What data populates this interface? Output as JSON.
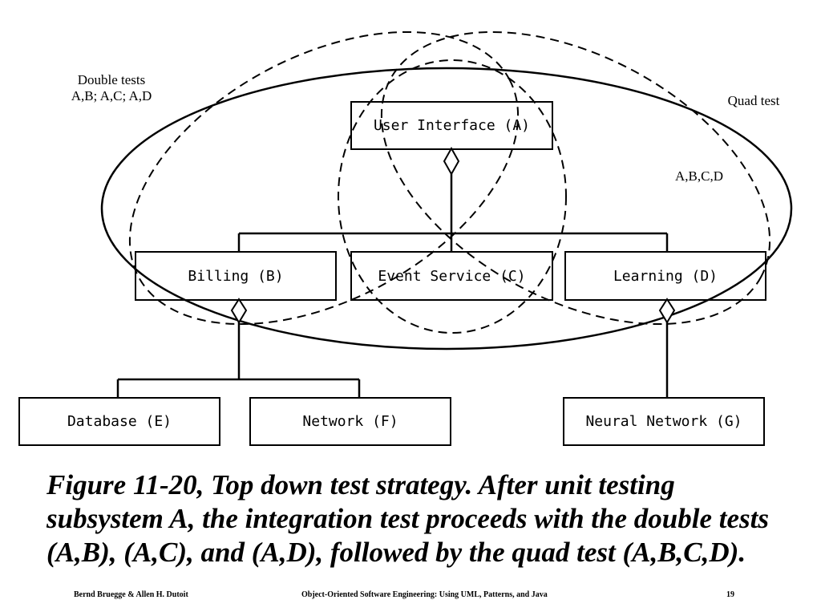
{
  "labels": {
    "double_title": "Double tests",
    "double_list": "A,B; A,C; A,D",
    "quad_title": "Quad test",
    "quad_list": "A,B,C,D"
  },
  "boxes": {
    "A": "User Interface (A)",
    "B": "Billing (B)",
    "C": "Event Service (C)",
    "D": "Learning (D)",
    "E": "Database (E)",
    "F": "Network (F)",
    "G": "Neural Network (G)"
  },
  "caption": "Figure 11-20, Top down test strategy. After unit testing subsystem A, the integration test proceeds with the double tests (A,B), (A,C), and (A,D), followed by the quad test (A,B,C,D).",
  "footer": {
    "left": "Bernd Bruegge & Allen H. Dutoit",
    "center": "Object-Oriented Software Engineering: Using UML, Patterns, and Java",
    "page": "19"
  }
}
